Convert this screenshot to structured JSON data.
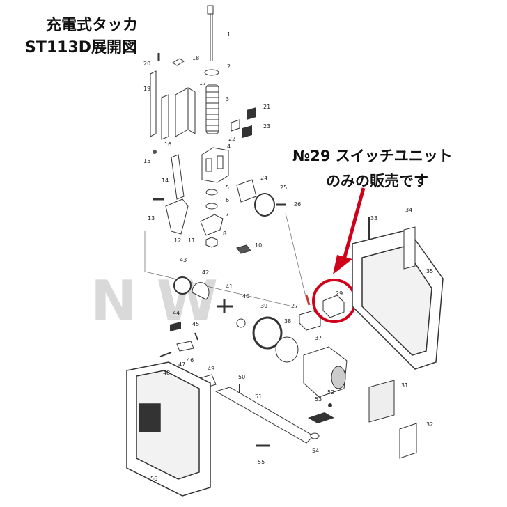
{
  "title": {
    "line1": "充電式タッカ",
    "line2": "ST113D展開図"
  },
  "note": {
    "line1": "№29 スイッチユニット",
    "line2": "のみの販売です"
  },
  "watermark": "N  W",
  "highlight_color": "#d0021b",
  "part_numbers": [
    "1",
    "2",
    "3",
    "4",
    "5",
    "6",
    "7",
    "8",
    "10",
    "11",
    "12",
    "13",
    "14",
    "15",
    "16",
    "17",
    "18",
    "19",
    "20",
    "21",
    "22",
    "23",
    "24",
    "25",
    "26",
    "27",
    "29",
    "31",
    "32",
    "33",
    "34",
    "35",
    "37",
    "38",
    "39",
    "40",
    "41",
    "42",
    "43",
    "44",
    "45",
    "46",
    "47",
    "48",
    "49",
    "50",
    "51",
    "52",
    "53",
    "54",
    "55",
    "56"
  ]
}
